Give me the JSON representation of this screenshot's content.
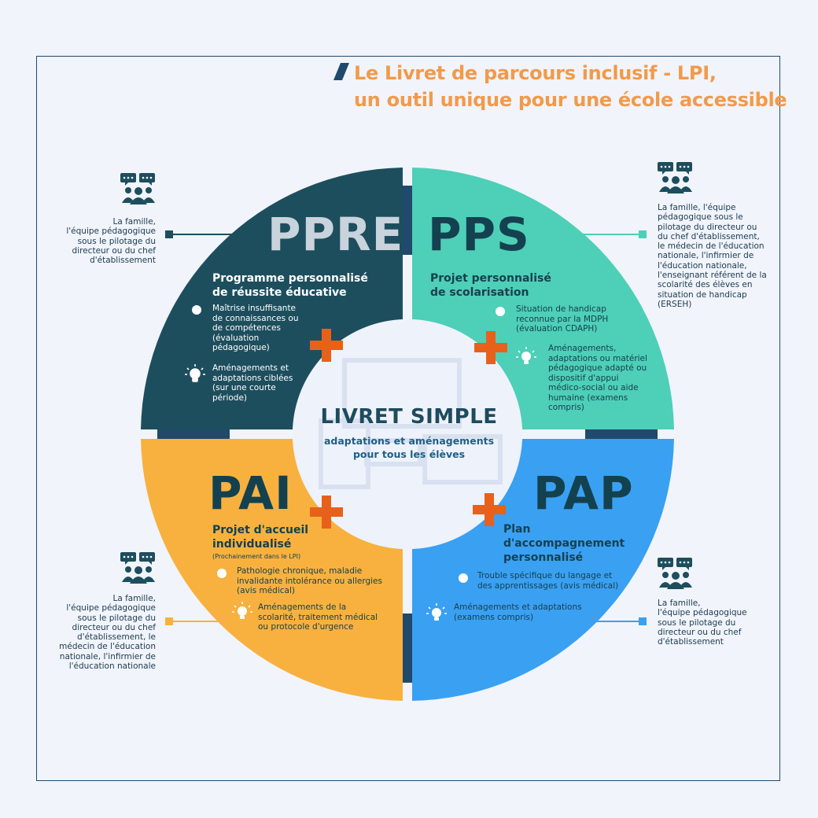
{
  "title": {
    "line1": "Le Livret de parcours inclusif - LPI,",
    "line2": "un outil unique pour une école accessible"
  },
  "center": {
    "title": "LIVRET SIMPLE",
    "subtitle_line1": "adaptations et aménagements",
    "subtitle_line2": "pour tous les élèves"
  },
  "ppre": {
    "acronym": "PPRE",
    "name_line1": "Programme personnalisé",
    "name_line2": "de réussite éducative",
    "criterion": [
      "Maîtrise insuffisante",
      "de connaissances ou",
      "de compétences",
      "(évaluation",
      "pédagogique)"
    ],
    "measures": [
      "Aménagements et",
      "adaptations ciblées",
      "(sur une courte",
      "période)"
    ],
    "actors": [
      "La famille,",
      "l'équipe pédagogique",
      "sous le pilotage du",
      "directeur ou du chef",
      "d'établissement"
    ],
    "color": "#1d4e5e"
  },
  "pps": {
    "acronym": "PPS",
    "name_line1": "Projet personnalisé",
    "name_line2": "de scolarisation",
    "criterion": [
      "Situation de handicap",
      "reconnue par la MDPH",
      "(évaluation CDAPH)"
    ],
    "measures": [
      "Aménagements,",
      "adaptations ou matériel",
      "pédagogique adapté ou",
      "dispositif d'appui",
      "médico-social ou aide",
      "humaine (examens",
      "compris)"
    ],
    "actors": [
      "La famille, l'équipe",
      "pédagogique sous le",
      "pilotage du directeur ou",
      "du chef d'établissement,",
      "le médecin de l'éducation",
      "nationale, l'infirmier de",
      "l'éducation nationale,",
      "l'enseignant référent de la",
      "scolarité des élèves en",
      "situation de handicap",
      "(ERSEH)"
    ],
    "color": "#4ecfb8"
  },
  "pai": {
    "acronym": "PAI",
    "name_line1": "Projet d'accueil",
    "name_line2": "individualisé",
    "note": "(Prochainement dans le LPI)",
    "criterion": [
      "Pathologie chronique, maladie",
      "invalidante intolérance ou allergies",
      "(avis médical)"
    ],
    "measures": [
      "Aménagements de la",
      "scolarité, traitement médical",
      "ou protocole d'urgence"
    ],
    "actors": [
      "La famille,",
      "l'équipe pédagogique",
      "sous le pilotage du",
      "directeur ou du chef",
      "d'établissement, le",
      "médecin de l'éducation",
      "nationale, l'infirmier de",
      "l'éducation nationale"
    ],
    "color": "#f8b13f"
  },
  "pap": {
    "acronym": "PAP",
    "name_line1": "Plan",
    "name_line2": "d'accompagnement",
    "name_line3": "personnalisé",
    "criterion": [
      "Trouble spécifique du langage et",
      "des apprentissages (avis médical)"
    ],
    "measures": [
      "Aménagements et adaptations",
      "(examens compris)"
    ],
    "actors": [
      "La famille,",
      "l'équipe pédagogique",
      "sous le pilotage du",
      "directeur ou du chef",
      "d'établissement"
    ],
    "color": "#3aa0f2"
  },
  "colors": {
    "accent_orange": "#e8611a",
    "title_orange": "#f29a4a",
    "dark_navy": "#1f4a6c",
    "background": "#f1f4fb"
  },
  "icons": {
    "people": "people-discussion-icon",
    "bulb": "lightbulb-icon",
    "plus": "plus-icon",
    "bullet": "bullet-dot-icon"
  }
}
